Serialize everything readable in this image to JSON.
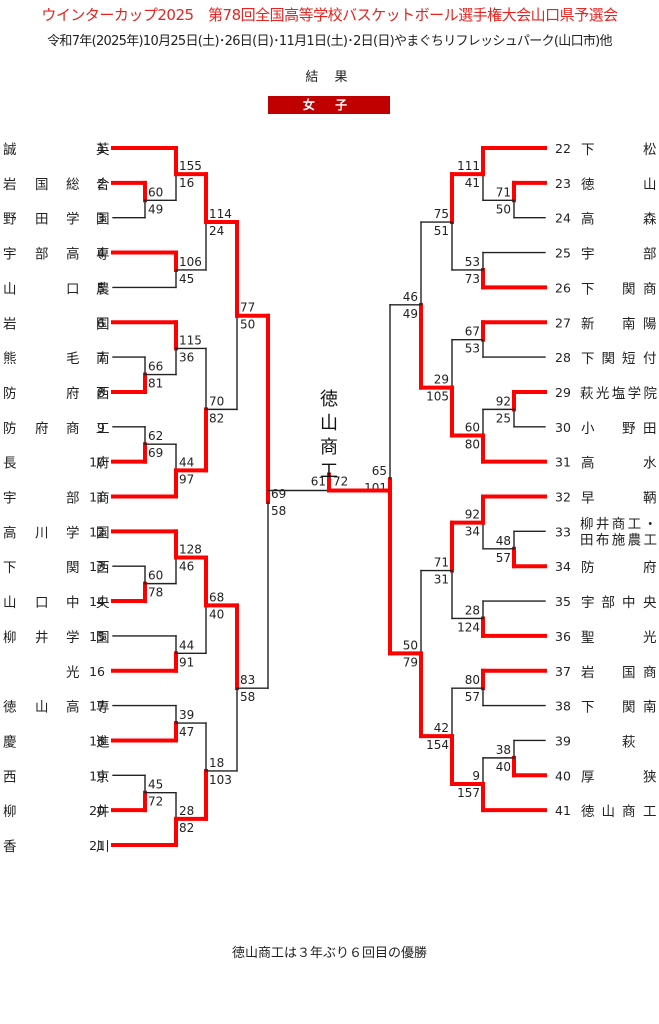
{
  "header": {
    "title": "ウインターカップ2025　第78回全国高等学校バスケットボール選手権大会山口県予選会",
    "subtitle": "令和7年(2025年)10月25日(土)･26日(日)･11月1日(土)･2日(日)やまぐちリフレッシュパーク(山口市)他",
    "result_label": "結 果",
    "category": "女 子"
  },
  "colors": {
    "winner_line": "#ff0000",
    "loser_line": "#222222",
    "title": "#e8231f",
    "badge": "#c00000"
  },
  "champion": {
    "name_vertical": [
      "徳",
      "山",
      "商",
      "工"
    ]
  },
  "teams_left": [
    {
      "seed": "1",
      "name": [
        "誠",
        "",
        "",
        "英"
      ]
    },
    {
      "seed": "2",
      "name": [
        "岩",
        "国",
        "総",
        "合"
      ]
    },
    {
      "seed": "3",
      "name": [
        "野",
        "田",
        "学",
        "園"
      ]
    },
    {
      "seed": "4",
      "name": [
        "宇",
        "部",
        "高",
        "専"
      ]
    },
    {
      "seed": "5",
      "name": [
        "山",
        "",
        "口",
        "農"
      ]
    },
    {
      "seed": "6",
      "name": [
        "岩",
        "",
        "",
        "国"
      ]
    },
    {
      "seed": "7",
      "name": [
        "熊",
        "",
        "毛",
        "南"
      ]
    },
    {
      "seed": "8",
      "name": [
        "防",
        "",
        "府",
        "西"
      ]
    },
    {
      "seed": "9",
      "name": [
        "防",
        "府",
        "商",
        "工"
      ]
    },
    {
      "seed": "10",
      "name": [
        "長",
        "",
        "",
        "府"
      ]
    },
    {
      "seed": "11",
      "name": [
        "宇",
        "",
        "部",
        "商"
      ]
    },
    {
      "seed": "12",
      "name": [
        "高",
        "川",
        "学",
        "園"
      ]
    },
    {
      "seed": "13",
      "name": [
        "下",
        "",
        "関",
        "西"
      ]
    },
    {
      "seed": "14",
      "name": [
        "山",
        "口",
        "中",
        "央"
      ]
    },
    {
      "seed": "15",
      "name": [
        "柳",
        "井",
        "学",
        "園"
      ]
    },
    {
      "seed": "16",
      "name": [
        "",
        "",
        "光",
        ""
      ]
    },
    {
      "seed": "17",
      "name": [
        "徳",
        "山",
        "高",
        "専"
      ]
    },
    {
      "seed": "18",
      "name": [
        "慶",
        "",
        "",
        "進"
      ]
    },
    {
      "seed": "19",
      "name": [
        "西",
        "",
        "",
        "京"
      ]
    },
    {
      "seed": "20",
      "name": [
        "柳",
        "",
        "",
        "井"
      ]
    },
    {
      "seed": "21",
      "name": [
        "香",
        "",
        "",
        "川"
      ]
    }
  ],
  "teams_right": [
    {
      "seed": "22",
      "name": [
        "下",
        "",
        "",
        "松"
      ]
    },
    {
      "seed": "23",
      "name": [
        "徳",
        "",
        "",
        "山"
      ]
    },
    {
      "seed": "24",
      "name": [
        "高",
        "",
        "",
        "森"
      ]
    },
    {
      "seed": "25",
      "name": [
        "宇",
        "",
        "",
        "部"
      ]
    },
    {
      "seed": "26",
      "name": [
        "下",
        "",
        "関",
        "商"
      ]
    },
    {
      "seed": "27",
      "name": [
        "新",
        "",
        "南",
        "陽"
      ]
    },
    {
      "seed": "28",
      "name": [
        "下",
        "関",
        "短",
        "付"
      ]
    },
    {
      "seed": "29",
      "name": [
        "萩光塩学院"
      ]
    },
    {
      "seed": "30",
      "name": [
        "小",
        "",
        "野",
        "田"
      ]
    },
    {
      "seed": "31",
      "name": [
        "高",
        "",
        "",
        "水"
      ]
    },
    {
      "seed": "32",
      "name": [
        "早",
        "",
        "",
        "鞆"
      ]
    },
    {
      "seed": "33",
      "name": [
        "柳井商工・",
        "田布施農工"
      ]
    },
    {
      "seed": "34",
      "name": [
        "防",
        "",
        "",
        "府"
      ]
    },
    {
      "seed": "35",
      "name": [
        "宇",
        "部",
        "中",
        "央"
      ]
    },
    {
      "seed": "36",
      "name": [
        "聖",
        "",
        "",
        "光"
      ]
    },
    {
      "seed": "37",
      "name": [
        "岩",
        "",
        "国",
        "商"
      ]
    },
    {
      "seed": "38",
      "name": [
        "下",
        "",
        "関",
        "南"
      ]
    },
    {
      "seed": "39",
      "name": [
        "",
        "",
        "萩",
        ""
      ]
    },
    {
      "seed": "40",
      "name": [
        "厚",
        "",
        "",
        "狭"
      ]
    },
    {
      "seed": "41",
      "name": [
        "徳",
        "山",
        "商",
        "工"
      ]
    }
  ],
  "matches_left": [
    {
      "id": "L1",
      "top": "t2",
      "bot": "t3",
      "scores": [
        "60",
        "49"
      ],
      "winner": "top",
      "round": 1
    },
    {
      "id": "L2",
      "top": "t1",
      "bot": "L1",
      "scores": [
        "155",
        "16"
      ],
      "winner": "top",
      "round": 2
    },
    {
      "id": "L3",
      "top": "t4",
      "bot": "t5",
      "scores": [
        "106",
        "45"
      ],
      "winner": "top",
      "round": 2
    },
    {
      "id": "L4",
      "top": "L2",
      "bot": "L3",
      "scores": [
        "114",
        "24"
      ],
      "winner": "top",
      "round": 3
    },
    {
      "id": "L5",
      "top": "t7",
      "bot": "t8",
      "scores": [
        "66",
        "81"
      ],
      "winner": "bot",
      "round": 1
    },
    {
      "id": "L6",
      "top": "t6",
      "bot": "L5",
      "scores": [
        "115",
        "36"
      ],
      "winner": "top",
      "round": 2
    },
    {
      "id": "L7",
      "top": "t9",
      "bot": "t10",
      "scores": [
        "62",
        "69"
      ],
      "winner": "bot",
      "round": 1
    },
    {
      "id": "L8",
      "top": "L7",
      "bot": "t11",
      "scores": [
        "44",
        "97"
      ],
      "winner": "bot",
      "round": 2
    },
    {
      "id": "L9",
      "top": "L6",
      "bot": "L8",
      "scores": [
        "70",
        "82"
      ],
      "winner": "bot",
      "round": 3
    },
    {
      "id": "L10",
      "top": "L4",
      "bot": "L9",
      "scores": [
        "77",
        "50"
      ],
      "winner": "top",
      "round": 4
    },
    {
      "id": "L11",
      "top": "t13",
      "bot": "t14",
      "scores": [
        "60",
        "78"
      ],
      "winner": "bot",
      "round": 1
    },
    {
      "id": "L12",
      "top": "t12",
      "bot": "L11",
      "scores": [
        "128",
        "46"
      ],
      "winner": "top",
      "round": 2
    },
    {
      "id": "L13",
      "top": "t15",
      "bot": "t16",
      "scores": [
        "44",
        "91"
      ],
      "winner": "bot",
      "round": 2
    },
    {
      "id": "L14",
      "top": "L12",
      "bot": "L13",
      "scores": [
        "68",
        "40"
      ],
      "winner": "top",
      "round": 3
    },
    {
      "id": "L15",
      "top": "t17",
      "bot": "t18",
      "scores": [
        "39",
        "47"
      ],
      "winner": "bot",
      "round": 2
    },
    {
      "id": "L16",
      "top": "t19",
      "bot": "t20",
      "scores": [
        "45",
        "72"
      ],
      "winner": "bot",
      "round": 1
    },
    {
      "id": "L17",
      "top": "L16",
      "bot": "t21",
      "scores": [
        "28",
        "82"
      ],
      "winner": "bot",
      "round": 2
    },
    {
      "id": "L18",
      "top": "L15",
      "bot": "L17",
      "scores": [
        "18",
        "103"
      ],
      "winner": "bot",
      "round": 3
    },
    {
      "id": "L19",
      "top": "L14",
      "bot": "L18",
      "scores": [
        "83",
        "58"
      ],
      "winner": "top",
      "round": 4
    },
    {
      "id": "L20",
      "top": "L10",
      "bot": "L19",
      "scores": [
        "69",
        "58"
      ],
      "winner": "top",
      "round": 5
    }
  ],
  "matches_right": [
    {
      "id": "R1",
      "top": "t23",
      "bot": "t24",
      "scores": [
        "71",
        "50"
      ],
      "winner": "top",
      "round": 1
    },
    {
      "id": "R2",
      "top": "t22",
      "bot": "R1",
      "scores": [
        "111",
        "41"
      ],
      "winner": "top",
      "round": 2
    },
    {
      "id": "R3",
      "top": "t25",
      "bot": "t26",
      "scores": [
        "53",
        "73"
      ],
      "winner": "bot",
      "round": 2
    },
    {
      "id": "R4",
      "top": "R2",
      "bot": "R3",
      "scores": [
        "75",
        "51"
      ],
      "winner": "top",
      "round": 3
    },
    {
      "id": "R5",
      "top": "t27",
      "bot": "t28",
      "scores": [
        "67",
        "53"
      ],
      "winner": "top",
      "round": 2
    },
    {
      "id": "R6",
      "top": "t29",
      "bot": "t30",
      "scores": [
        "92",
        "25"
      ],
      "winner": "top",
      "round": 1
    },
    {
      "id": "R7",
      "top": "R6",
      "bot": "t31",
      "scores": [
        "60",
        "80"
      ],
      "winner": "bot",
      "round": 2
    },
    {
      "id": "R8",
      "top": "R5",
      "bot": "R7",
      "scores": [
        "29",
        "105"
      ],
      "winner": "bot",
      "round": 3
    },
    {
      "id": "R9",
      "top": "R4",
      "bot": "R8",
      "scores": [
        "46",
        "49"
      ],
      "winner": "bot",
      "round": 4
    },
    {
      "id": "R10",
      "top": "t33",
      "bot": "t34",
      "scores": [
        "48",
        "57"
      ],
      "winner": "bot",
      "round": 1
    },
    {
      "id": "R11",
      "top": "t32",
      "bot": "R10",
      "scores": [
        "92",
        "34"
      ],
      "winner": "top",
      "round": 2
    },
    {
      "id": "R12",
      "top": "t35",
      "bot": "t36",
      "scores": [
        "28",
        "124"
      ],
      "winner": "bot",
      "round": 2
    },
    {
      "id": "R13",
      "top": "R11",
      "bot": "R12",
      "scores": [
        "71",
        "31"
      ],
      "winner": "top",
      "round": 3
    },
    {
      "id": "R14",
      "top": "t37",
      "bot": "t38",
      "scores": [
        "80",
        "57"
      ],
      "winner": "top",
      "round": 2
    },
    {
      "id": "R15",
      "top": "t39",
      "bot": "t40",
      "scores": [
        "38",
        "40"
      ],
      "winner": "bot",
      "round": 1
    },
    {
      "id": "R16",
      "top": "R15",
      "bot": "t41",
      "scores": [
        "9",
        "157"
      ],
      "winner": "bot",
      "round": 2
    },
    {
      "id": "R17",
      "top": "R14",
      "bot": "R16",
      "scores": [
        "42",
        "154"
      ],
      "winner": "bot",
      "round": 3
    },
    {
      "id": "R18",
      "top": "R13",
      "bot": "R17",
      "scores": [
        "50",
        "79"
      ],
      "winner": "bot",
      "round": 4
    },
    {
      "id": "R19",
      "top": "R9",
      "bot": "R18",
      "scores": [
        "65",
        "101"
      ],
      "winner": "bot",
      "round": 5
    }
  ],
  "final": {
    "scores": [
      "61",
      "72"
    ],
    "winner": "right"
  },
  "footer": "徳山商工は３年ぶり６回目の優勝"
}
